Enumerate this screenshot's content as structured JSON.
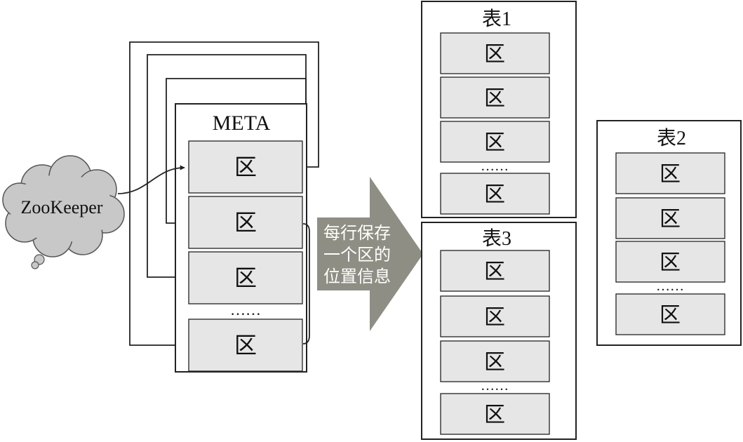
{
  "zookeeper": {
    "label": "ZooKeeper"
  },
  "meta": {
    "title": "META",
    "regions": [
      "区",
      "区",
      "区",
      "区"
    ],
    "ellipsis": "……"
  },
  "arrow": {
    "lines": [
      "每行保存",
      "一个区的",
      "位置信息"
    ]
  },
  "table1": {
    "title": "表1",
    "regions": [
      "区",
      "区",
      "区",
      "区"
    ],
    "ellipsis": "……"
  },
  "table2": {
    "title": "表2",
    "regions": [
      "区",
      "区",
      "区",
      "区"
    ],
    "ellipsis": "……"
  },
  "table3": {
    "title": "表3",
    "regions": [
      "区",
      "区",
      "区",
      "区"
    ],
    "ellipsis": "……"
  },
  "colors": {
    "cloud": "#c8c8c8",
    "cell": "#e6e6e6",
    "arrow": "#8e8e84",
    "line": "#222222"
  }
}
